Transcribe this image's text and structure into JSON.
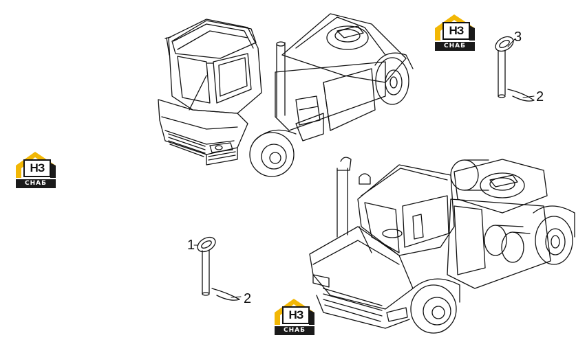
{
  "brand": {
    "monogram": "НЗ",
    "tagline": "СНАБ",
    "accent_color": "#F2B705",
    "dark_color": "#1a1a1a"
  },
  "callouts": {
    "top_right_pin": "3",
    "top_right_clip": "2",
    "left_pin": "1",
    "left_clip": "2"
  }
}
